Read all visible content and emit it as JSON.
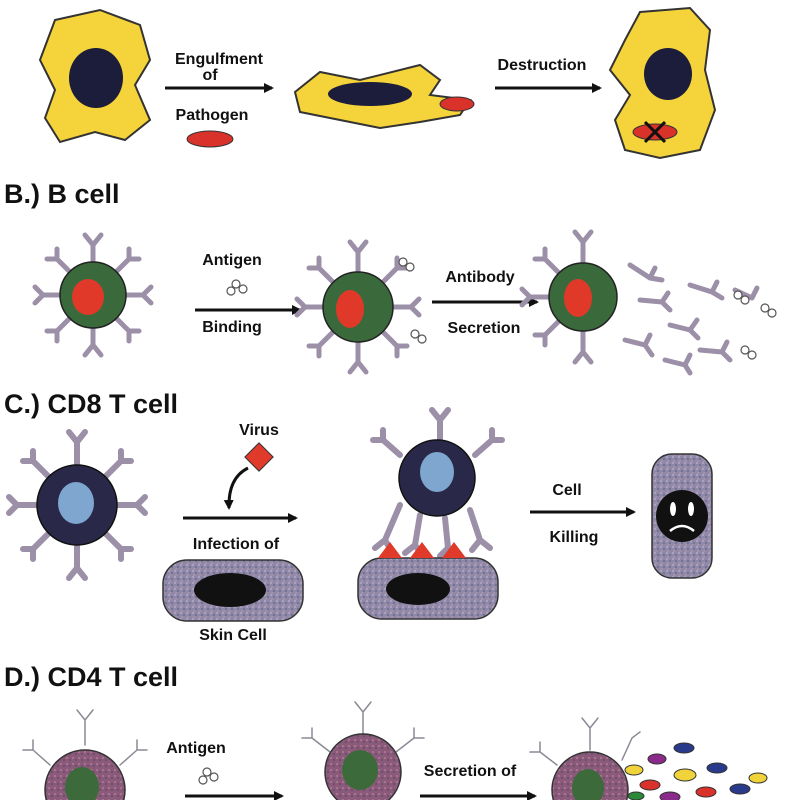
{
  "panels": {
    "a": {
      "heading": "",
      "label_engulfment_1": "Engulfment",
      "label_engulfment_2": "of",
      "label_engulfment_3": "Pathogen",
      "label_destruction": "Destruction"
    },
    "b": {
      "heading": "B.) B cell",
      "label_antigen": "Antigen",
      "label_binding": "Binding",
      "label_antibody": "Antibody",
      "label_secretion": "Secretion"
    },
    "c": {
      "heading": "C.) CD8 T cell",
      "label_virus": "Virus",
      "label_infection": "Infection of",
      "label_skin": "Skin Cell",
      "label_cell": "Cell",
      "label_killing": "Killing"
    },
    "d": {
      "heading": "D.) CD4 T cell",
      "label_antigen": "Antigen",
      "label_secretion": "Secretion of"
    }
  },
  "colors": {
    "macrophage": "#f5d33a",
    "nucleus_dark": "#1b1d3a",
    "pathogen": "#d8322a",
    "bcell_body": "#3a6a3c",
    "bcell_nucleus": "#e0392a",
    "receptor": "#9c8fa8",
    "tcell_body": "#2a2848",
    "tcell_nucleus": "#7ea6cf",
    "skin_cell": "#8e89a8",
    "virus": "#e03a2a",
    "cd4_body": "#8a5a7a",
    "cd4_nucleus": "#3c6a3a"
  }
}
